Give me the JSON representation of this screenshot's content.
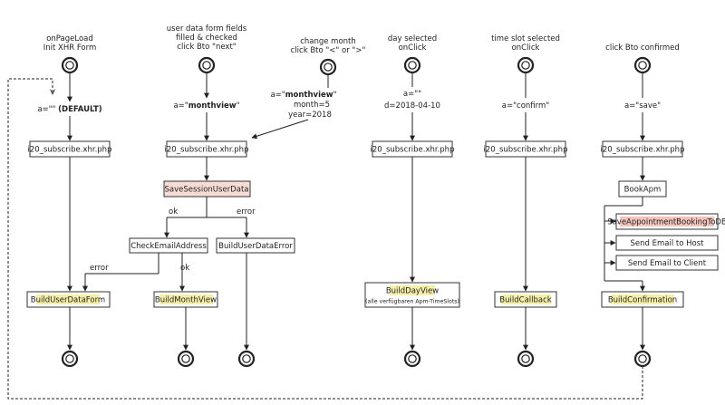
{
  "columns": {
    "c1": {
      "trigger": [
        "onPageLoad",
        "Init XHR Form"
      ],
      "param_prefix": "a=\"\" ",
      "param_bold": "(DEFAULT)",
      "php": "i20_subscribe.xhr.php",
      "result": "BuildUserDataForm"
    },
    "c2": {
      "trigger": [
        "user data form fields",
        "filled & checked",
        "click Bto \"next\""
      ],
      "param_prefix": "a=\"",
      "param_bold": "monthview",
      "param_suffix": "\"",
      "php": "i20_subscribe.xhr.php",
      "save": "SaveSessionUserData",
      "ok_label": "ok",
      "error_label": "error",
      "check": "CheckEmailAddress",
      "usererror": "BuildUserDataError",
      "check_ok_label": "ok",
      "check_error_label": "error",
      "result": "BuildMonthView"
    },
    "c3": {
      "trigger": [
        "change month",
        "click Bto \"<\" or \">\""
      ],
      "param_prefix": "a=\"",
      "param_bold": "monthview",
      "param_suffix": "\"",
      "param_lines": [
        "month=5",
        "year=2018"
      ]
    },
    "c4": {
      "trigger": [
        "day selected",
        "onClick"
      ],
      "param_lines": [
        "a=\"\"",
        "d=2018-04-10"
      ],
      "php": "i20_subscribe.xhr.php",
      "result": "BuildDayView",
      "result_note": "(alle verfügbaren Apm-TimeSlots)"
    },
    "c5": {
      "trigger": [
        "time slot selected",
        "onClick"
      ],
      "param_lines": [
        "a=\"confirm\""
      ],
      "php": "i20_subscribe.xhr.php",
      "result": "BuildCallback"
    },
    "c6": {
      "trigger": [
        "click Bto confirmed"
      ],
      "param_lines": [
        "a=\"save\""
      ],
      "php": "i20_subscribe.xhr.php",
      "book": "BookApm",
      "steps": [
        "SaveAppointmentBookingToDB",
        "Send Email to Host",
        "Send Email to Client"
      ],
      "result": "BuildConfirmation"
    }
  }
}
